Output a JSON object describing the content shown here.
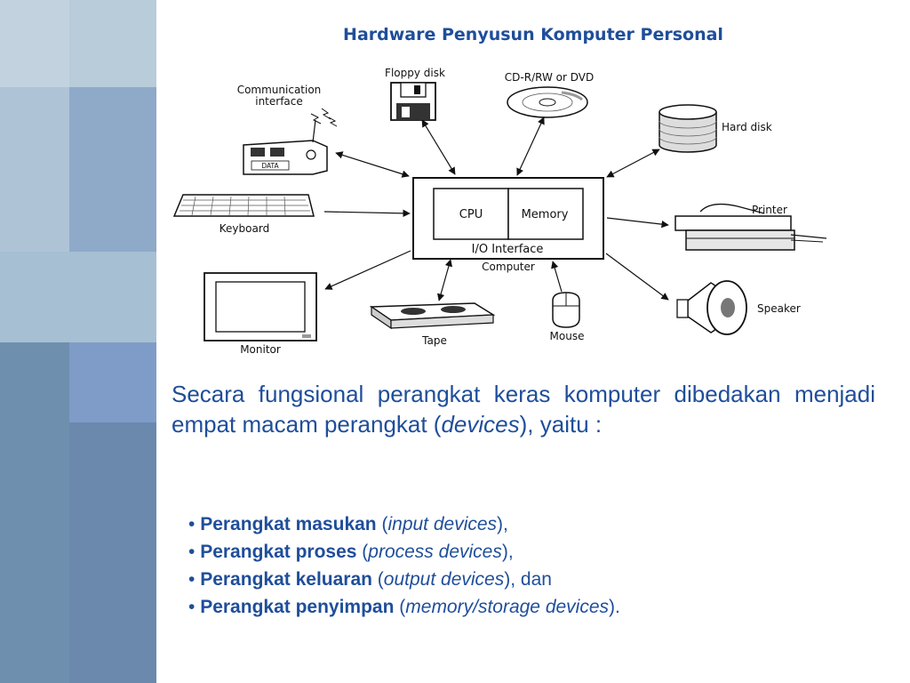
{
  "slide": {
    "title": "Hardware Penyusun Komputer Personal"
  },
  "colors": {
    "text_blue": "#1f4e9a",
    "panel_light": "#b4c9d8",
    "panel_mid": "#8eaec8",
    "panel_dark": "#6787a8",
    "panel_accent": "#7f9cc8"
  },
  "diagram": {
    "communication_interface_line1": "Communication",
    "communication_interface_line2": "interface",
    "data_label": "DATA",
    "floppy_disk": "Floppy disk",
    "cd_dvd": "CD-R/RW or DVD",
    "hard_disk": "Hard disk",
    "keyboard": "Keyboard",
    "cpu": "CPU",
    "memory": "Memory",
    "io_interface": "I/O Interface",
    "computer": "Computer",
    "printer": "Printer",
    "monitor": "Monitor",
    "tape": "Tape",
    "mouse": "Mouse",
    "speaker": "Speaker"
  },
  "intro": {
    "text_before": "Secara fungsional perangkat keras komputer dibedakan menjadi empat macam perangkat (",
    "devices_word": "devices",
    "text_after": "), yaitu :"
  },
  "bullets": [
    {
      "bullet": "•",
      "bold": "Perangkat masukan",
      "open": " (",
      "italic": "input devices",
      "close": "),"
    },
    {
      "bullet": "•",
      "bold": "Perangkat proses",
      "open": " (",
      "italic": "process devices",
      "close": "),"
    },
    {
      "bullet": "•",
      "bold": "Perangkat keluaran",
      "open": " (",
      "italic": "output devices",
      "close": "), dan"
    },
    {
      "bullet": "•",
      "bold": "Perangkat penyimpan",
      "open": " (",
      "italic": "memory/storage devices",
      "close": ")."
    }
  ]
}
